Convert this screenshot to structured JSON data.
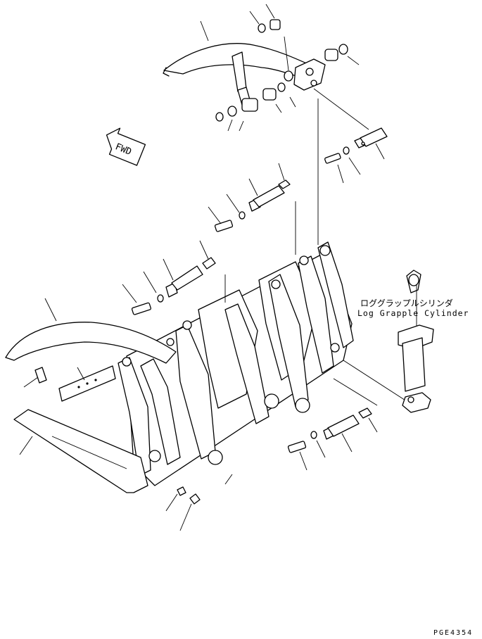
{
  "callout": {
    "name_jp": "ロググラップルシリンダ",
    "name_en": "Log Grapple Cylinder"
  },
  "direction_marker": "FWD",
  "drawing_code": "PGE4354",
  "icons": [
    "fwd-arrow-icon"
  ]
}
